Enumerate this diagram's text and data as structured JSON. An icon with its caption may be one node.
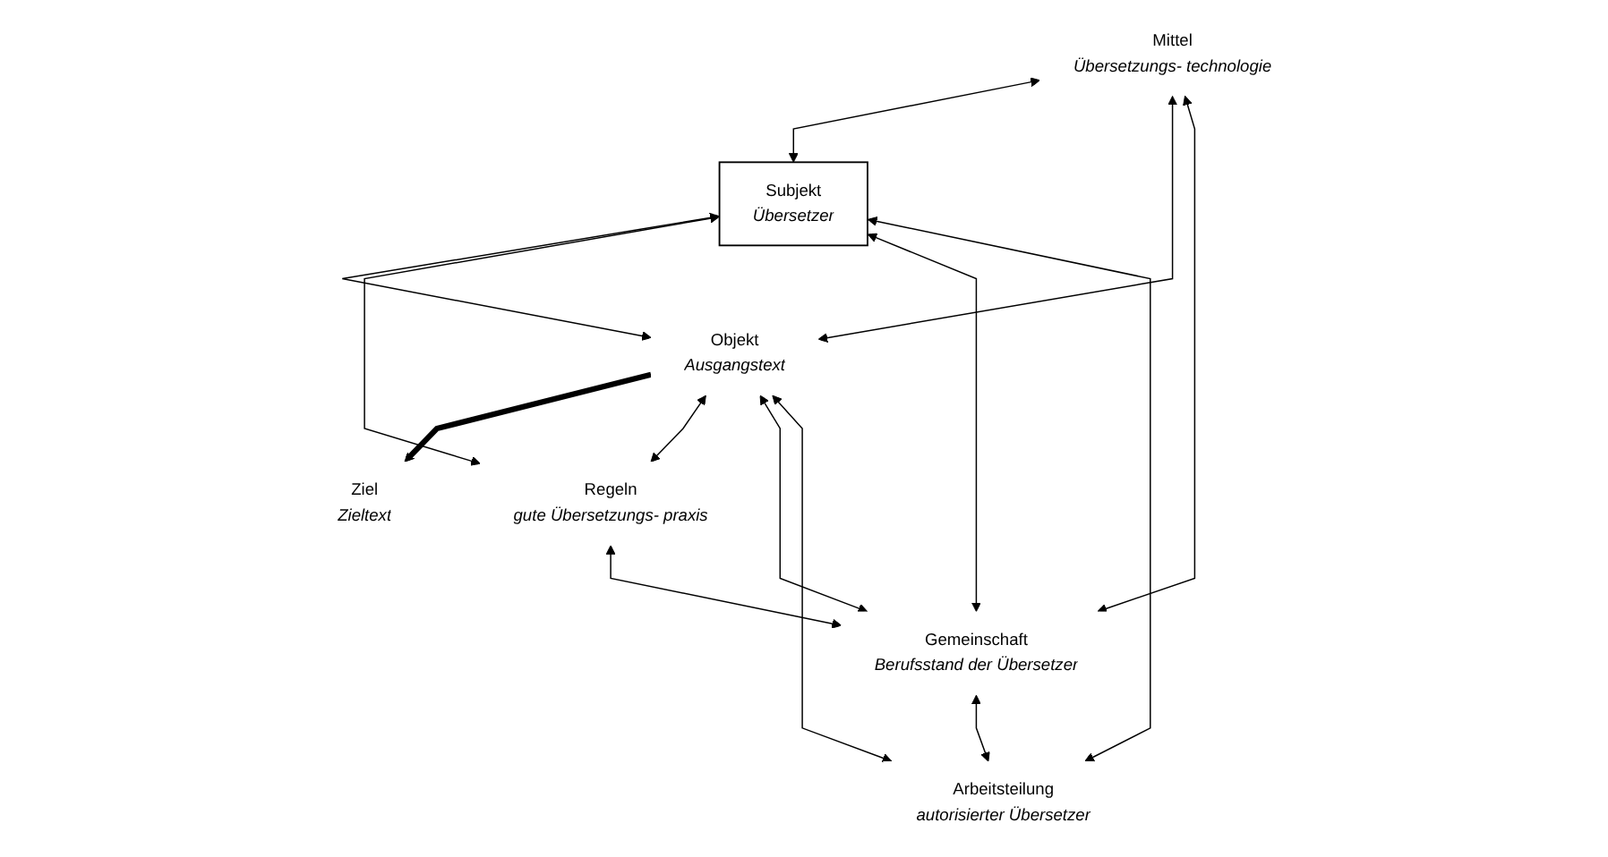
{
  "diagram": {
    "nodes": [
      {
        "text": [
          "Mittel",
          "Übersetzungs- technologie"
        ]
      },
      {
        "text": [
          "Subjekt",
          "Übersetzer"
        ]
      },
      {
        "text": [
          "Objekt",
          "Ausgangstext"
        ]
      },
      {
        "text": [
          "Ziel",
          "Zieltext"
        ]
      },
      {
        "text": [
          "Regeln",
          "gute Übersetzungs- praxis"
        ]
      },
      {
        "text": [
          "Gemeinschaft",
          "Berufsstand der Übersetzer"
        ]
      },
      {
        "text": [
          "Arbeitsteilung",
          "autorisierter Übersetzer"
        ]
      }
    ],
    "edges": [
      {
        "from": 0,
        "to": 1,
        "arrow": "both"
      },
      {
        "from": 0,
        "to": 2,
        "arrow": "both"
      },
      {
        "from": 0,
        "to": 5,
        "arrow": "both"
      },
      {
        "from": 1,
        "to": 2,
        "arrow": "both"
      },
      {
        "from": 2,
        "to": 3,
        "arrow": "to",
        "style": "thick"
      },
      {
        "from": 1,
        "to": 4,
        "arrow": "both"
      },
      {
        "from": 1,
        "to": 5,
        "arrow": "both"
      },
      {
        "from": 1,
        "to": 6,
        "arrow": "both"
      },
      {
        "from": 2,
        "to": 4,
        "arrow": "both"
      },
      {
        "from": 2,
        "to": 5,
        "arrow": "both"
      },
      {
        "from": 2,
        "to": 6,
        "arrow": "both"
      },
      {
        "from": 4,
        "to": 5,
        "arrow": "both"
      },
      {
        "from": 5,
        "to": 6,
        "arrow": "both"
      }
    ]
  }
}
